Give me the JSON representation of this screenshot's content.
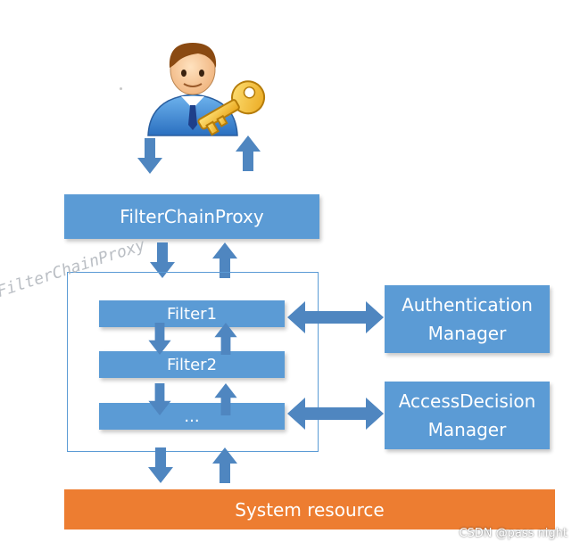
{
  "colors": {
    "box_blue": "#5b9bd5",
    "arrow_blue": "#4f86c0",
    "resource_orange": "#ed7d31",
    "watermark_gray": "#b3b8be"
  },
  "user": {
    "icon": "user-with-key-icon"
  },
  "proxy": {
    "label": "FilterChainProxy"
  },
  "chain": {
    "watermark": "FilterChainProxy",
    "filters": [
      "Filter1",
      "Filter2",
      "..."
    ]
  },
  "managers": {
    "authentication": {
      "line1": "Authentication",
      "line2": "Manager"
    },
    "access_decision": {
      "line1": "AccessDecision",
      "line2": "Manager"
    }
  },
  "resource": {
    "label": "System resource"
  },
  "credit": "CSDN @pass night"
}
